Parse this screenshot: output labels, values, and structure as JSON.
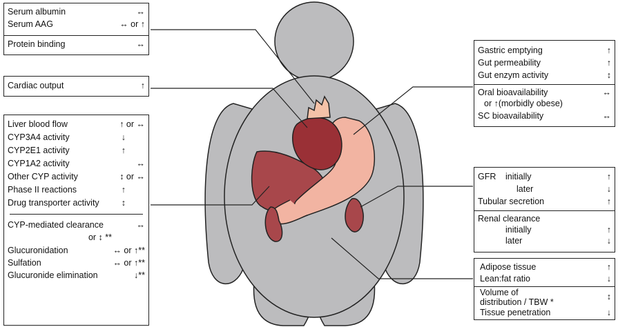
{
  "symbols": {
    "up": "↑",
    "down": "↓",
    "both": "↔",
    "updown": "↕"
  },
  "boxes": {
    "binding": {
      "serum_albumin": {
        "label": "Serum albumin",
        "value": "↔"
      },
      "serum_aag": {
        "label": "Serum AAG",
        "value": "↔ or ↑"
      },
      "protein_binding": {
        "label": "Protein binding",
        "value": "↔"
      }
    },
    "cardiac": {
      "cardiac_output": {
        "label": "Cardiac output",
        "value": "↑"
      }
    },
    "liver": {
      "rows": [
        {
          "label": "Liver blood flow",
          "value": "↑ or ↔"
        },
        {
          "label": "CYP3A4 activity",
          "value": "↓"
        },
        {
          "label": "CYP2E1 activity",
          "value": "↑"
        },
        {
          "label": "CYP1A2 activity",
          "value": "↔"
        },
        {
          "label": "Other CYP activity",
          "value": "↕ or ↔"
        },
        {
          "label": "Phase II reactions",
          "value": "↑"
        },
        {
          "label": "Drug transporter activity",
          "value": "↕"
        }
      ],
      "clearance": [
        {
          "label": "CYP-mediated clearance",
          "value": "↔"
        },
        {
          "label": "",
          "value": "or ↕ **"
        },
        {
          "label": "Glucuronidation",
          "value": "↔ or ↑**"
        },
        {
          "label": "Sulfation",
          "value": "↔ or ↑**"
        },
        {
          "label": "Glucuronide elimination",
          "value": "↓**"
        }
      ]
    },
    "gut": {
      "rows": [
        {
          "label": "Gastric emptying",
          "value": "↑"
        },
        {
          "label": "Gut permeability",
          "value": "↑"
        },
        {
          "label": "Gut enzym activity",
          "value": "↕"
        }
      ],
      "bio": [
        {
          "label": "Oral bioavailability",
          "value": "↔"
        },
        {
          "label": "or ↑(morbidly obese)",
          "value": ""
        },
        {
          "label": "SC bioavailability",
          "value": "↔"
        }
      ]
    },
    "kidney": {
      "gfr_label": "GFR",
      "initially": "initially",
      "later": "later",
      "gfr_initially_value": "↑",
      "gfr_later_value": "↓",
      "tubular": {
        "label": "Tubular secretion",
        "value": "↑"
      },
      "renal_label": "Renal clearance",
      "renal_initially_value": "↑",
      "renal_later_value": "↓"
    },
    "adipose": {
      "rows": [
        {
          "label": "Adipose tissue",
          "value": "↑"
        },
        {
          "label": "Lean:fat ratio",
          "value": "↓"
        }
      ],
      "vd_line1": "Volume of",
      "vd_line2": "distribution / TBW *",
      "vd_value": "↕",
      "tissue": {
        "label": "Tissue penetration",
        "value": "↓"
      }
    }
  },
  "colors": {
    "body": "#bcbcbe",
    "organ_red": "#a8474b",
    "organ_dark": "#6e1f24",
    "stomach": "#f2b4a2",
    "heart": "#9a3036",
    "heart_top": "#f4c2a8"
  }
}
